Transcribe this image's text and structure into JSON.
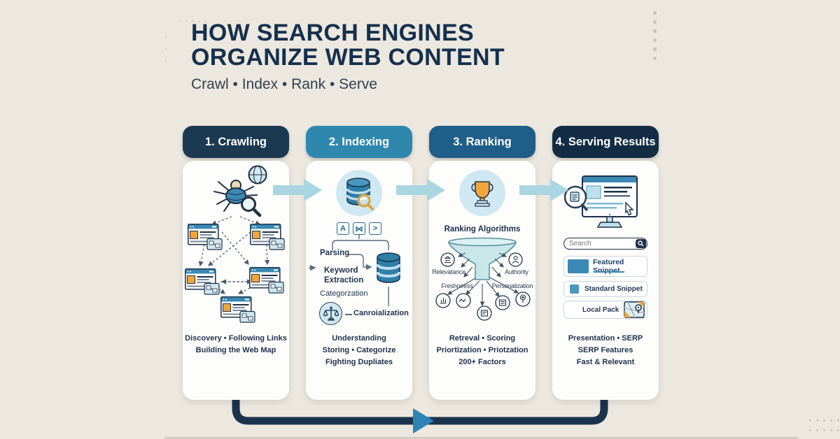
{
  "header": {
    "title_line1": "HOW SEARCH ENGINES",
    "title_line2": "ORGANIZE WEB CONTENT",
    "subtitle": "Crawl • Index • Rank • Serve"
  },
  "crawling": {
    "label": "1. Crawling",
    "caption_line1": "Discovery • Following Links",
    "caption_line2": "Building the Web Map"
  },
  "indexing": {
    "label": "2. Indexing",
    "tag1": "A",
    "tag2": "⋈",
    "tag3": ">",
    "step_parsing": "Parsing",
    "step_keyword_extraction": "Keyword Extraction",
    "step_categorization": "Categorzation",
    "step_canonicalization": "Canroialization",
    "caption_line1": "Understanding",
    "caption_line2": "Storing • Categorize",
    "caption_line3": "Fighting Dupliates"
  },
  "ranking": {
    "label": "3. Ranking",
    "subtitle": "Ranking Algorithms",
    "factor_relevance": "Relevatance",
    "factor_authority": "Authority",
    "factor_freshness": "Freshneess",
    "factor_personalization": "Personalization",
    "caption_line1": "Retreval • Scoring",
    "caption_line2": "Priortization • Priotzation",
    "caption_line3": "200+ Factors"
  },
  "serving": {
    "label": "4. Serving Results",
    "search_placeholder": "Search",
    "result_featured": "Featured Snippet",
    "result_standard": "Standard Snippet",
    "result_local": "Local Pack",
    "caption_line1": "Presentation • SERP",
    "caption_line2": "SERP Features",
    "caption_line3": "Fast & Relevant"
  },
  "colors": {
    "background": "#ece8df",
    "navy": "#16324c",
    "pill_crawling": "#1c3952",
    "pill_indexing": "#2f87ae",
    "pill_ranking": "#1f5e88",
    "pill_serving": "#132c44",
    "arrow_light_blue": "#a9d6e1",
    "icon_blue": "#2e7fa8",
    "accent_orange": "#f0a63c"
  }
}
